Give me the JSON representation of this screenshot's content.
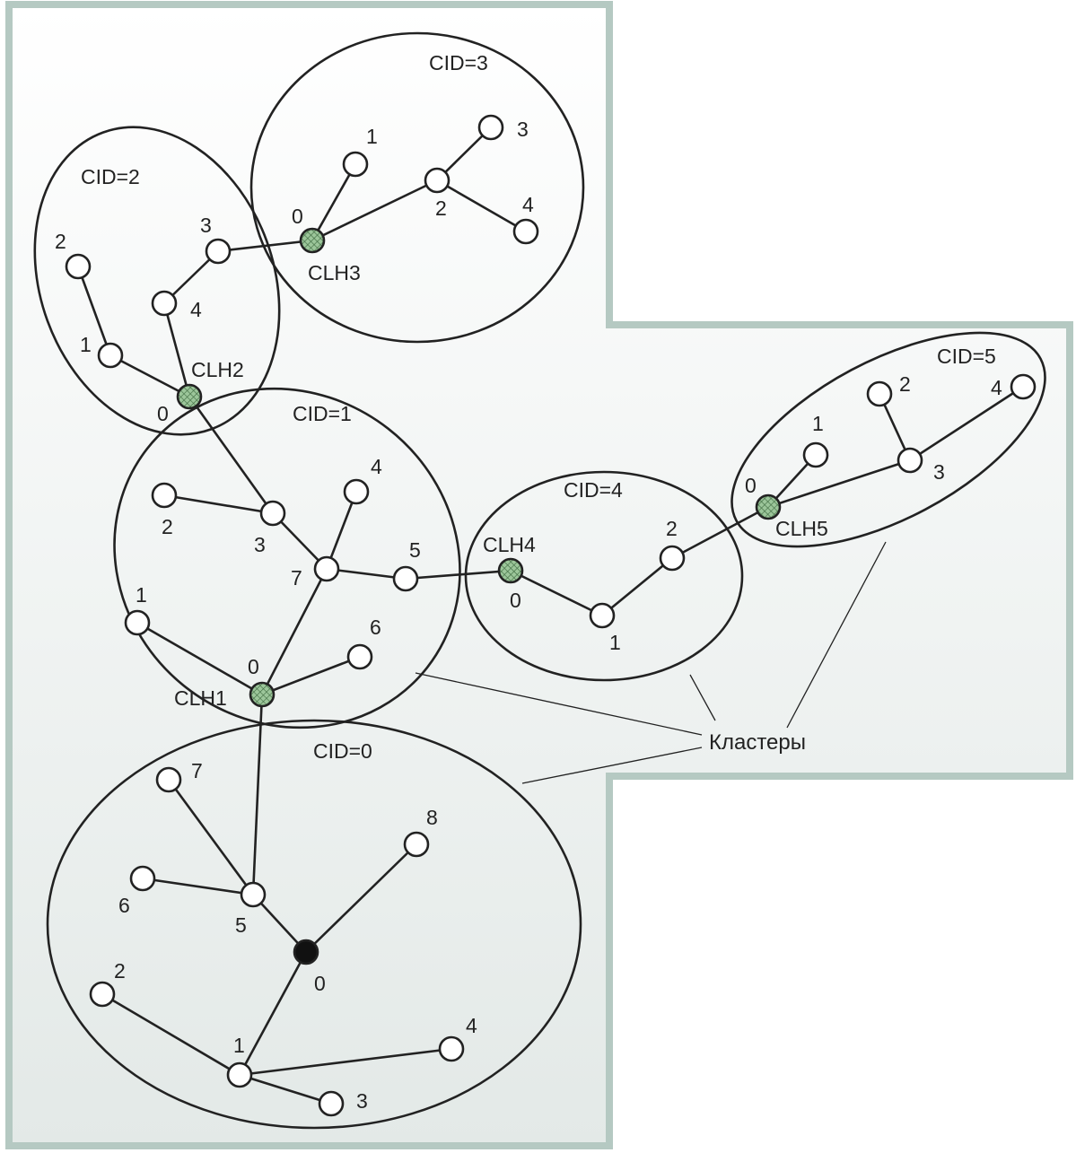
{
  "colors": {
    "region_border": "#b5c9c2",
    "region_fill_top": "#ffffff",
    "region_fill_bottom": "#e3e9e7",
    "line": "#222222",
    "node_fill": "#ffffff",
    "head_fill": "#9cc69a",
    "root_fill": "#111111"
  },
  "clusters": [
    {
      "id": "cid0",
      "label": "CID=0"
    },
    {
      "id": "cid1",
      "label": "CID=1"
    },
    {
      "id": "cid2",
      "label": "CID=2"
    },
    {
      "id": "cid3",
      "label": "CID=3"
    },
    {
      "id": "cid4",
      "label": "CID=4"
    },
    {
      "id": "cid5",
      "label": "CID=5"
    }
  ],
  "heads": [
    {
      "id": "clh1",
      "label": "CLH1"
    },
    {
      "id": "clh2",
      "label": "CLH2"
    },
    {
      "id": "clh3",
      "label": "CLH3"
    },
    {
      "id": "clh4",
      "label": "CLH4"
    },
    {
      "id": "clh5",
      "label": "CLH5"
    }
  ],
  "callout": {
    "label": "Кластеры"
  },
  "nodes": {
    "c0": [
      "0",
      "1",
      "2",
      "3",
      "4",
      "5",
      "6",
      "7",
      "8"
    ],
    "c1": [
      "0",
      "1",
      "2",
      "3",
      "4",
      "5",
      "6",
      "7"
    ],
    "c2": [
      "0",
      "1",
      "2",
      "3",
      "4"
    ],
    "c3": [
      "0",
      "1",
      "2",
      "3",
      "4"
    ],
    "c4": [
      "0",
      "1",
      "2"
    ],
    "c5": [
      "0",
      "1",
      "2",
      "3",
      "4"
    ]
  }
}
